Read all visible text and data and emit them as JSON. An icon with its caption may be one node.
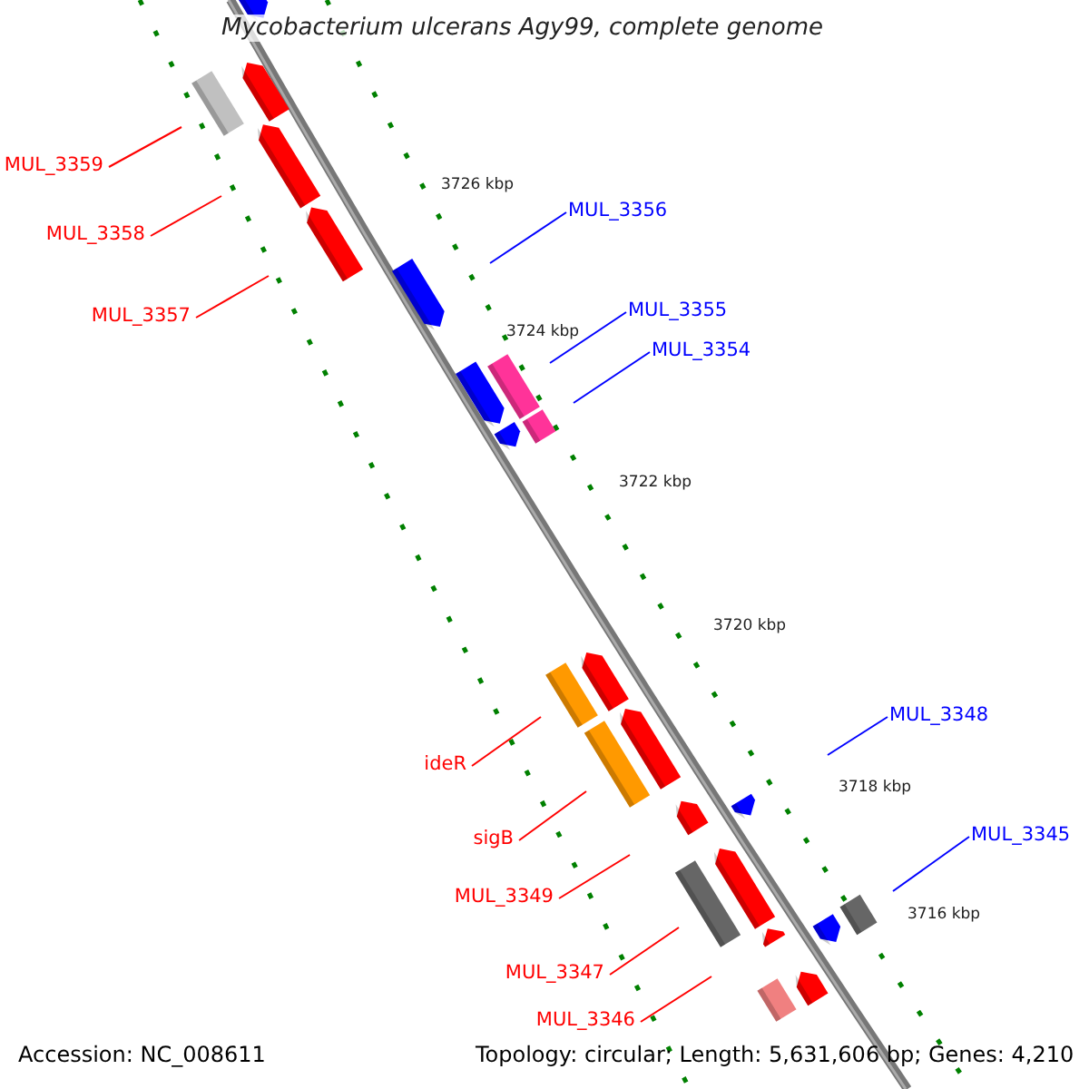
{
  "diagram": {
    "title": "Mycobacterium ulcerans Agy99, complete genome",
    "nodes": [
      {
        "text": [
          "MUL_3359"
        ]
      },
      {
        "text": [
          "MUL_3356"
        ]
      },
      {
        "text": [
          "MUL_3358"
        ]
      },
      {
        "text": [
          "MUL_3355"
        ]
      },
      {
        "text": [
          "MUL_3357"
        ]
      },
      {
        "text": [
          "MUL_3354"
        ]
      },
      {
        "text": [
          "MUL_3348"
        ]
      },
      {
        "text": [
          "ideR"
        ]
      },
      {
        "text": [
          "MUL_3345"
        ]
      },
      {
        "text": [
          "sigB"
        ]
      },
      {
        "text": [
          "MUL_3349"
        ]
      },
      {
        "text": [
          "MUL_3347"
        ]
      },
      {
        "text": [
          "MUL_3346"
        ]
      }
    ],
    "edges": [
      {
        "from": 0,
        "to": null,
        "arrow": "none"
      },
      {
        "from": 1,
        "to": null,
        "arrow": "none",
        "color": "#0000ff"
      },
      {
        "from": 2,
        "to": null,
        "arrow": "none"
      },
      {
        "from": 3,
        "to": null,
        "arrow": "none",
        "color": "#0000ff"
      },
      {
        "from": 4,
        "to": null,
        "arrow": "none"
      },
      {
        "from": 5,
        "to": null,
        "arrow": "none",
        "color": "#0000ff"
      },
      {
        "from": 6,
        "to": null,
        "arrow": "none",
        "color": "#0000ff"
      },
      {
        "from": 7,
        "to": null,
        "arrow": "none"
      },
      {
        "from": 8,
        "to": null,
        "arrow": "none",
        "color": "#0000ff"
      },
      {
        "from": 9,
        "to": null,
        "arrow": "none"
      },
      {
        "from": 10,
        "to": null,
        "arrow": "none"
      },
      {
        "from": 11,
        "to": null,
        "arrow": "none"
      },
      {
        "from": 12,
        "to": null,
        "arrow": "none"
      }
    ],
    "labels": [
      "3726 kbp",
      "3724 kbp",
      "3722 kbp",
      "3720 kbp",
      "3718 kbp",
      "3716 kbp",
      "Accession: NC_008611",
      "Topology: circular; Length: 5,631,606 bp; Genes: 4,210"
    ]
  }
}
